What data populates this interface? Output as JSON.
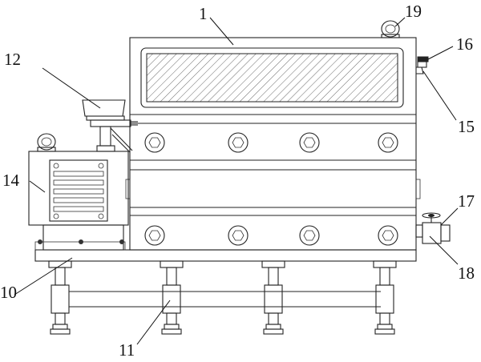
{
  "labels": {
    "l1": "1",
    "l10": "10",
    "l11": "11",
    "l12": "12",
    "l14": "14",
    "l15": "15",
    "l16": "16",
    "l17": "17",
    "l18": "18",
    "l19": "19"
  }
}
